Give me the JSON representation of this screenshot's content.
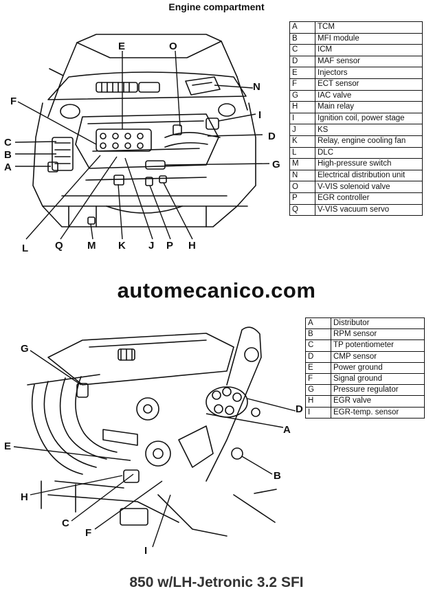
{
  "page_title": "Engine compartment",
  "watermark": "automecanico.com",
  "caption": "850 w/LH-Jetronic 3.2 SFI",
  "top_diagram": {
    "legend": [
      {
        "key": "A",
        "label": "TCM"
      },
      {
        "key": "B",
        "label": "MFI module"
      },
      {
        "key": "C",
        "label": "ICM"
      },
      {
        "key": "D",
        "label": "MAF sensor"
      },
      {
        "key": "E",
        "label": "Injectors"
      },
      {
        "key": "F",
        "label": "ECT sensor"
      },
      {
        "key": "G",
        "label": "IAC valve"
      },
      {
        "key": "H",
        "label": "Main relay"
      },
      {
        "key": "I",
        "label": "Ignition coil, power stage"
      },
      {
        "key": "J",
        "label": "KS"
      },
      {
        "key": "K",
        "label": "Relay, engine cooling fan"
      },
      {
        "key": "L",
        "label": "DLC"
      },
      {
        "key": "M",
        "label": "High-pressure switch"
      },
      {
        "key": "N",
        "label": "Electrical distribution unit"
      },
      {
        "key": "O",
        "label": "V-VIS solenoid valve"
      },
      {
        "key": "P",
        "label": "EGR controller"
      },
      {
        "key": "Q",
        "label": "V-VIS vacuum servo"
      }
    ],
    "callouts": {
      "E": "E",
      "O": "O",
      "N": "N",
      "F": "F",
      "I": "I",
      "C": "C",
      "D": "D",
      "B": "B",
      "A": "A",
      "G": "G",
      "L": "L",
      "Q": "Q",
      "M": "M",
      "K": "K",
      "J": "J",
      "P": "P",
      "H": "H"
    }
  },
  "bottom_diagram": {
    "legend": [
      {
        "key": "A",
        "label": "Distributor"
      },
      {
        "key": "B",
        "label": "RPM sensor"
      },
      {
        "key": "C",
        "label": "TP potentiometer"
      },
      {
        "key": "D",
        "label": "CMP sensor"
      },
      {
        "key": "E",
        "label": "Power ground"
      },
      {
        "key": "F",
        "label": "Signal ground"
      },
      {
        "key": "G",
        "label": "Pressure regulator"
      },
      {
        "key": "H",
        "label": "EGR valve"
      },
      {
        "key": "I",
        "label": "EGR-temp. sensor"
      }
    ],
    "callouts": {
      "G": "G",
      "D": "D",
      "A": "A",
      "E": "E",
      "B": "B",
      "H": "H",
      "C": "C",
      "F": "F",
      "I": "I"
    }
  }
}
